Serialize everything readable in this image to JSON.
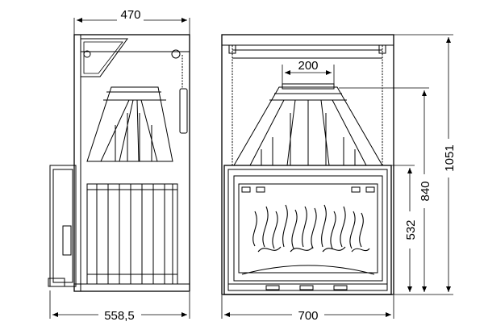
{
  "dimensions": {
    "side_top_width": "470",
    "side_bottom_width": "558,5",
    "front_bottom_width": "700",
    "front_opening_width": "200",
    "front_height_total": "1051",
    "front_height_mid": "840",
    "front_height_low": "532"
  }
}
